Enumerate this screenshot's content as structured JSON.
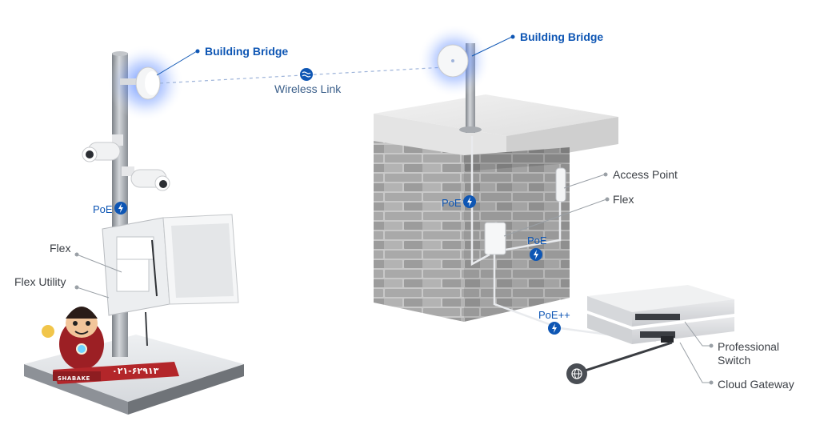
{
  "diagram": {
    "labels": {
      "building_bridge_left": "Building Bridge",
      "building_bridge_right": "Building Bridge",
      "wireless_link": "Wireless Link",
      "poe_pole": "PoE",
      "flex_left": "Flex",
      "flex_utility": "Flex Utility",
      "poe_wall_upper": "PoE",
      "poe_wall_lower": "PoE",
      "poe_plus_plus": "PoE++",
      "access_point": "Access Point",
      "flex_right": "Flex",
      "professional_switch_line1": "Professional",
      "professional_switch_line2": "Switch",
      "cloud_gateway": "Cloud Gateway"
    },
    "watermark": {
      "phone": "۰۲۱-۶۲۹۱۳",
      "brand": "SHABAKE"
    },
    "colors": {
      "accent_blue": "#0e56b4",
      "glow_blue": "#5f8cff",
      "label_dark": "#3b3f45",
      "leader_gray": "#9aa0a6",
      "watermark_red": "#b3262a"
    },
    "icons": {
      "poe": "lightning-bolt-icon",
      "wireless": "wireless-wave-icon",
      "internet": "globe-icon"
    }
  }
}
